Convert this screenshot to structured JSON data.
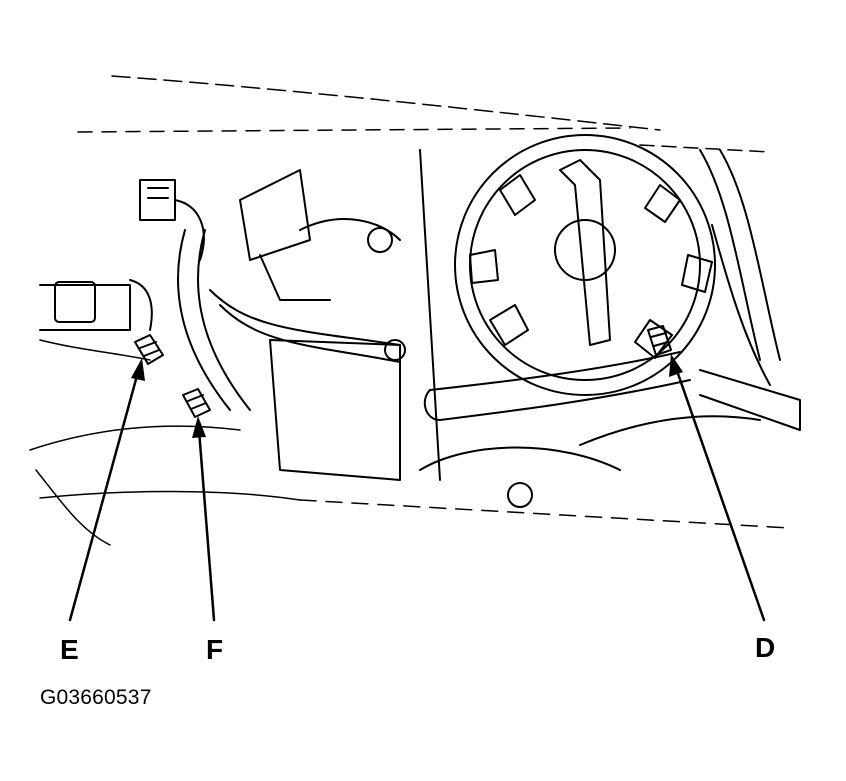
{
  "callouts": {
    "e": "E",
    "f": "F",
    "d": "D"
  },
  "figure_id": "G03660537",
  "colors": {
    "ink": "#000000",
    "paper": "#ffffff"
  }
}
